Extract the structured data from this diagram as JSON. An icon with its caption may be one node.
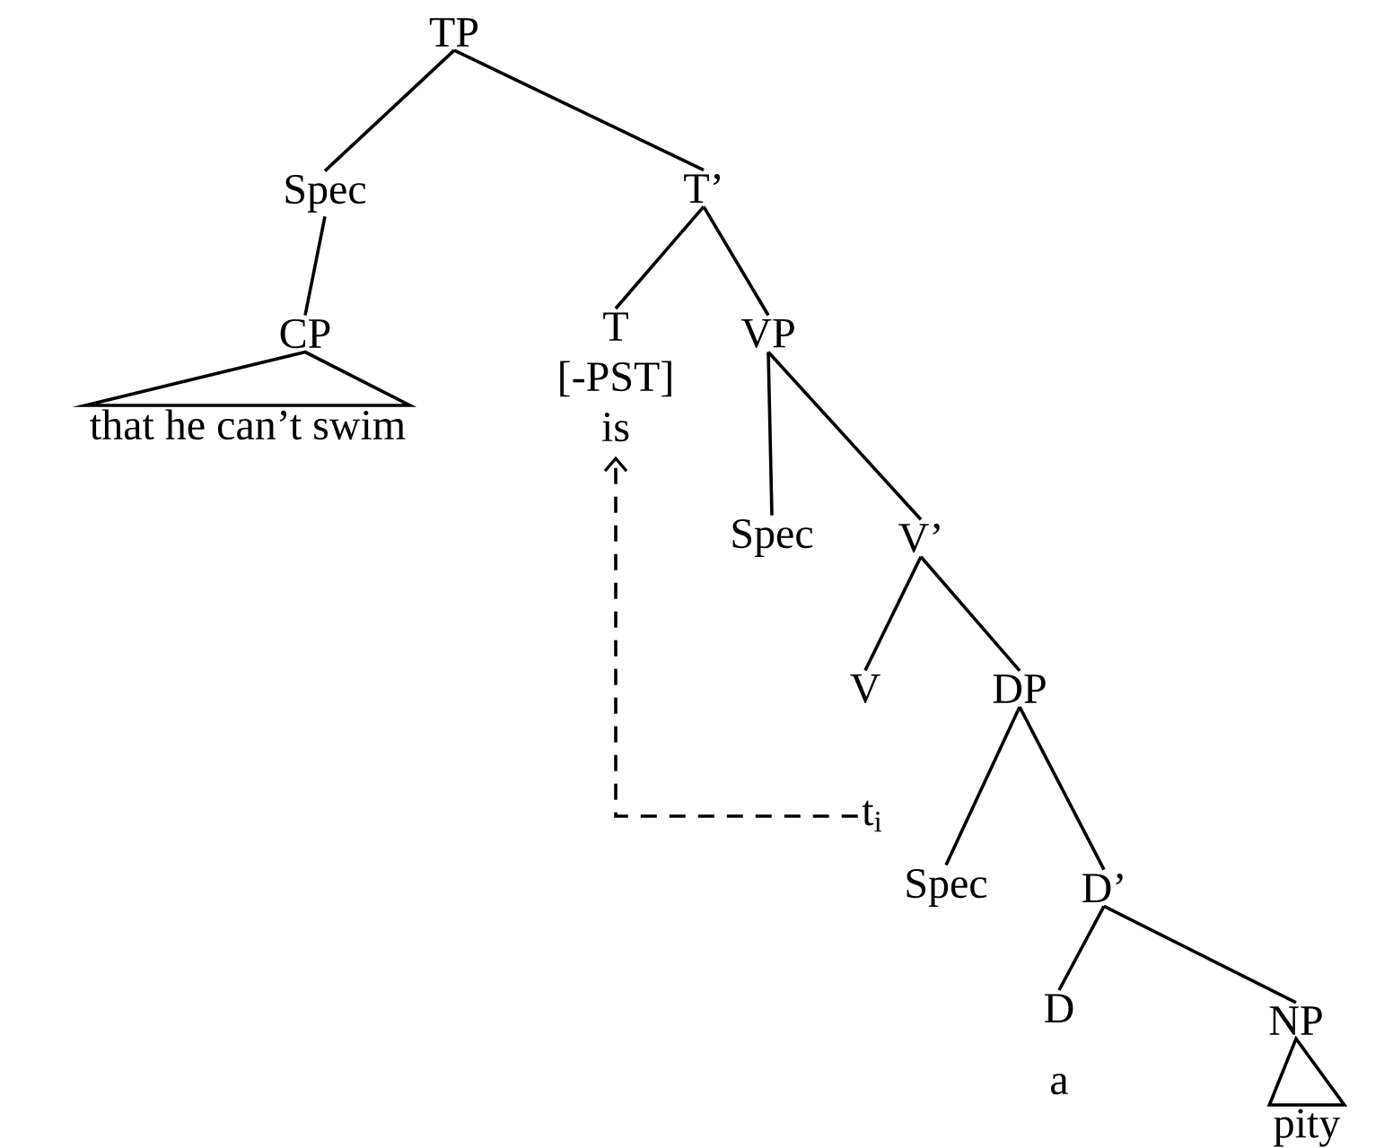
{
  "diagram": {
    "nodes": [
      {
        "text": [
          "TP"
        ]
      },
      {
        "text": [
          "Spec"
        ]
      },
      {
        "text": [
          "T’"
        ]
      },
      {
        "text": [
          "CP"
        ]
      },
      {
        "text": [
          "that he can’t swim"
        ]
      },
      {
        "text": [
          "T",
          "[-PST]",
          "is"
        ]
      },
      {
        "text": [
          "VP"
        ]
      },
      {
        "text": [
          "Spec"
        ]
      },
      {
        "text": [
          "V’"
        ]
      },
      {
        "text": [
          "V"
        ]
      },
      {
        "text": [
          "DP"
        ]
      },
      {
        "text": [
          "t$_{i}$"
        ]
      },
      {
        "text": [
          "Spec"
        ]
      },
      {
        "text": [
          "D’"
        ]
      },
      {
        "text": [
          "D",
          "a"
        ]
      },
      {
        "text": [
          "NP"
        ]
      },
      {
        "text": [
          "pity"
        ]
      }
    ],
    "edges": [
      {
        "from": 0,
        "to": 1,
        "arrow": "none"
      },
      {
        "from": 0,
        "to": 2,
        "arrow": "none"
      },
      {
        "from": 1,
        "to": 3,
        "arrow": "none"
      },
      {
        "from": 3,
        "to": 4,
        "arrow": "none"
      },
      {
        "from": 2,
        "to": 5,
        "arrow": "none"
      },
      {
        "from": 2,
        "to": 6,
        "arrow": "none"
      },
      {
        "from": 6,
        "to": 7,
        "arrow": "none"
      },
      {
        "from": 6,
        "to": 8,
        "arrow": "none"
      },
      {
        "from": 8,
        "to": 9,
        "arrow": "none"
      },
      {
        "from": 8,
        "to": 10,
        "arrow": "none"
      },
      {
        "from": 10,
        "to": 12,
        "arrow": "none"
      },
      {
        "from": 10,
        "to": 13,
        "arrow": "none"
      },
      {
        "from": 13,
        "to": 14,
        "arrow": "none"
      },
      {
        "from": 13,
        "to": 15,
        "arrow": "none"
      },
      {
        "from": 15,
        "to": 16,
        "arrow": "none"
      },
      {
        "from": 11,
        "to": 5,
        "arrow": "to",
        "style": "dashed"
      }
    ]
  }
}
